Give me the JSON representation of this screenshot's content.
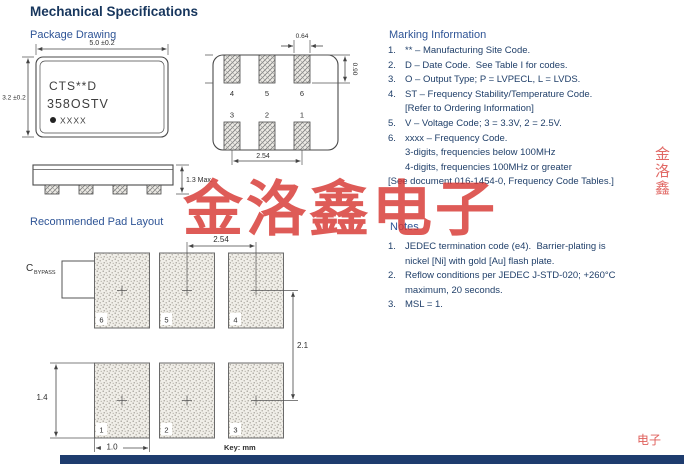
{
  "page": {
    "title": "Mechanical Specifications"
  },
  "package_drawing": {
    "heading": "Package Drawing",
    "chip_marking": {
      "line1": "CTS**D",
      "line2": "358OSTV",
      "line3": "XXXX"
    },
    "dimensions": {
      "width": "5.0 ±0.2",
      "height": "3.2 ±0.2",
      "thickness": "1.3 Max."
    }
  },
  "land_pattern": {
    "pins_top": [
      "4",
      "5",
      "6"
    ],
    "pins_bottom": [
      "3",
      "2",
      "1"
    ],
    "dimensions": {
      "pad_width": "0.64",
      "pad_height": "0.90",
      "pitch": "2.54"
    }
  },
  "pad_layout": {
    "heading": "Recommended Pad Layout",
    "pins_top": [
      "6",
      "5",
      "4"
    ],
    "pins_bottom": [
      "1",
      "2",
      "3"
    ],
    "dimensions": {
      "pitch": "2.54",
      "row_spacing": "2.1",
      "pad_height": "1.4",
      "pad_width": "1.0"
    },
    "bypass_cap": {
      "label": "C",
      "subscript": "BYPASS"
    },
    "key_label": "Key: mm"
  },
  "marking": {
    "heading": "Marking Information",
    "items": [
      {
        "num": "1.",
        "lines": [
          "** – Manufacturing Site Code."
        ]
      },
      {
        "num": "2.",
        "lines": [
          "D – Date Code.  See Table I for codes."
        ]
      },
      {
        "num": "3.",
        "lines": [
          "O – Output Type; P = LVPECL, L = LVDS."
        ]
      },
      {
        "num": "4.",
        "lines": [
          "ST – Frequency Stability/Temperature Code.",
          "[Refer to Ordering Information]"
        ]
      },
      {
        "num": "5.",
        "lines": [
          "V – Voltage Code; 3 = 3.3V, 2 = 2.5V."
        ]
      },
      {
        "num": "6.",
        "lines": [
          "xxxx – Frequency Code.",
          "3-digits, frequencies below 100MHz",
          "4-digits, frequencies 100MHz or greater"
        ]
      }
    ],
    "footnote": "[See document 016-1454-0, Frequency Code Tables.]"
  },
  "notes": {
    "heading": "Notes",
    "items": [
      {
        "num": "1.",
        "lines": [
          "JEDEC termination code (e4).  Barrier-plating is",
          "nickel [Ni] with gold [Au] flash plate."
        ]
      },
      {
        "num": "2.",
        "lines": [
          "Reflow conditions per JEDEC J-STD-020; +260°C",
          "maximum, 20 seconds."
        ]
      },
      {
        "num": "3.",
        "lines": [
          "MSL = 1."
        ]
      }
    ]
  },
  "watermark": {
    "text": "金洛鑫电子",
    "side_text": "金洛鑫",
    "bottom_text": "电子",
    "color": "#D73732"
  }
}
